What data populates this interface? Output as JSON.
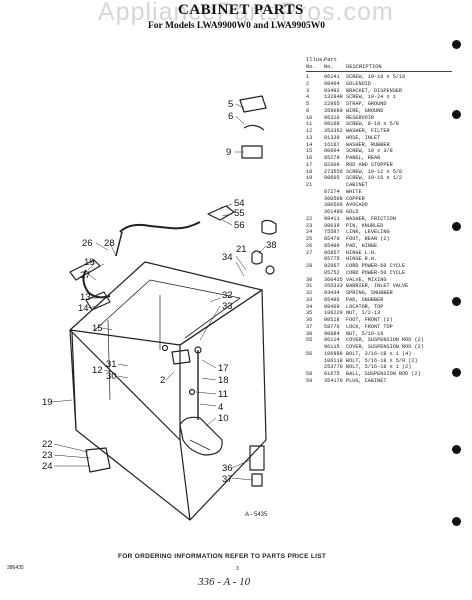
{
  "watermark": "AppliancePartsPros.com",
  "page": {
    "title": "CABINET PARTS",
    "subtitle": "For Models LWA9900W0 and LWA9905W0"
  },
  "parts_table": {
    "headers": {
      "illus": "Illus.",
      "no": "No.",
      "part": "Part",
      "part_no": "No.",
      "desc": "DESCRIPTION"
    },
    "rows": [
      {
        "n": "1",
        "p": "96141",
        "d": "SCREW, 10-16 x 5/16"
      },
      {
        "n": "2",
        "p": "98464",
        "d": "SOLENOID"
      },
      {
        "n": "3",
        "p": "93492",
        "d": "BRACKET, DISPENSER"
      },
      {
        "n": "4",
        "p": "132848",
        "d": "SCREW, 10-24 x 1"
      },
      {
        "n": "5",
        "p": "22965",
        "d": "STRAP, GROUND"
      },
      {
        "n": "8",
        "p": "359089",
        "d": "WIRE, GROUND"
      },
      {
        "n": "10",
        "p": "95316",
        "d": "RESERVOIR"
      },
      {
        "n": "11",
        "p": "98168",
        "d": "SCREW, 8-18 x 5/8"
      },
      {
        "n": "12",
        "p": "353362",
        "d": "WASHER, FILTER"
      },
      {
        "n": "13",
        "p": "81339",
        "d": "HOSE, INLET"
      },
      {
        "n": "14",
        "p": "16167",
        "d": "WASHER, RUBBER"
      },
      {
        "n": "15",
        "p": "90664",
        "d": "SCREW, 10 x 3/8"
      },
      {
        "n": "16",
        "p": "85279",
        "d": "PANEL, REAR"
      },
      {
        "n": "17",
        "p": "82609",
        "d": "ROD AND STOPPER"
      },
      {
        "n": "18",
        "p": "273556",
        "d": "SCREW, 10-12 x 5/8"
      },
      {
        "n": "19",
        "p": "98605",
        "d": "SCREW, 10-16 x 1/2"
      },
      {
        "n": "21",
        "p": "",
        "d": "CABINET"
      },
      {
        "n": "",
        "p": "87274",
        "d": "WHITE"
      },
      {
        "n": "",
        "p": "360508",
        "d": "COPPER"
      },
      {
        "n": "",
        "p": "380509",
        "d": "AVOCADO"
      },
      {
        "n": "",
        "p": "361480",
        "d": "GOLD"
      },
      {
        "n": "22",
        "p": "98411",
        "d": "WASHER, FRICTION"
      },
      {
        "n": "23",
        "p": "98639",
        "d": "PIN, KNURLED"
      },
      {
        "n": "24",
        "p": "75587",
        "d": "LINK, LEVELING"
      },
      {
        "n": "25",
        "p": "85479",
        "d": "FOOT, REAR (2)"
      },
      {
        "n": "26",
        "p": "85499",
        "d": "PAD, HINGE"
      },
      {
        "n": "27",
        "p": "86857",
        "d": "HINGE L.H."
      },
      {
        "n": "",
        "p": "85775",
        "d": "HINGE R.H."
      },
      {
        "n": "28",
        "p": "92867",
        "d": "CORD POWER-60 CYCLE"
      },
      {
        "n": "",
        "p": "85752",
        "d": "CORD POWER-50 CYCLE"
      },
      {
        "n": "30",
        "p": "360435",
        "d": "VALVE, MIXING"
      },
      {
        "n": "31",
        "p": "355333",
        "d": "BARRIER, INLET VALVE"
      },
      {
        "n": "32",
        "p": "93434",
        "d": "SPRING, SNUBBER"
      },
      {
        "n": "33",
        "p": "85496",
        "d": "PAD, SNUBBER"
      },
      {
        "n": "34",
        "p": "98409",
        "d": "LOCATOR, TOP"
      },
      {
        "n": "35",
        "p": "106229",
        "d": "NUT, 1/2-13"
      },
      {
        "n": "36",
        "p": "80518",
        "d": "FOOT, FRONT (2)"
      },
      {
        "n": "37",
        "p": "58776",
        "d": "LOCK, FRONT TOP"
      },
      {
        "n": "38",
        "p": "90984",
        "d": "NUT, 5/16-18"
      },
      {
        "n": "55",
        "p": "96114",
        "d": "COVER, SUSPENSION ROD (2)"
      },
      {
        "n": "",
        "p": "96115",
        "d": "COVER, SUSPENSION ROD (2)"
      },
      {
        "n": "56",
        "p": "106988",
        "d": "BOLT, 3/16-18 x 1 (4)"
      },
      {
        "n": "",
        "p": "106118",
        "d": "BOLT, 5/16-18 x 5/8 (2)"
      },
      {
        "n": "",
        "p": "253770",
        "d": "BOLT, 5/16-18 x 1 (2)"
      },
      {
        "n": "58",
        "p": "81675",
        "d": "BALL, SUSPENSION ROD (2)"
      },
      {
        "n": "59",
        "p": "354179",
        "d": "PLUG, CABINET"
      }
    ]
  },
  "callouts": [
    "5",
    "6",
    "9",
    "54",
    "55",
    "56",
    "26",
    "28",
    "19",
    "27",
    "38",
    "21",
    "34",
    "13",
    "14",
    "32",
    "33",
    "15",
    "12",
    "2",
    "31",
    "30",
    "17",
    "18",
    "4",
    "11",
    "10",
    "19",
    "22",
    "23",
    "24",
    "36",
    "37"
  ],
  "diagram_code": "A - 5435",
  "footer": {
    "notice": "FOR ORDERING INFORMATION REFER TO PARTS PRICE LIST",
    "doc_no": "386435",
    "page": "3",
    "handwritten": "336 - A - 10"
  }
}
